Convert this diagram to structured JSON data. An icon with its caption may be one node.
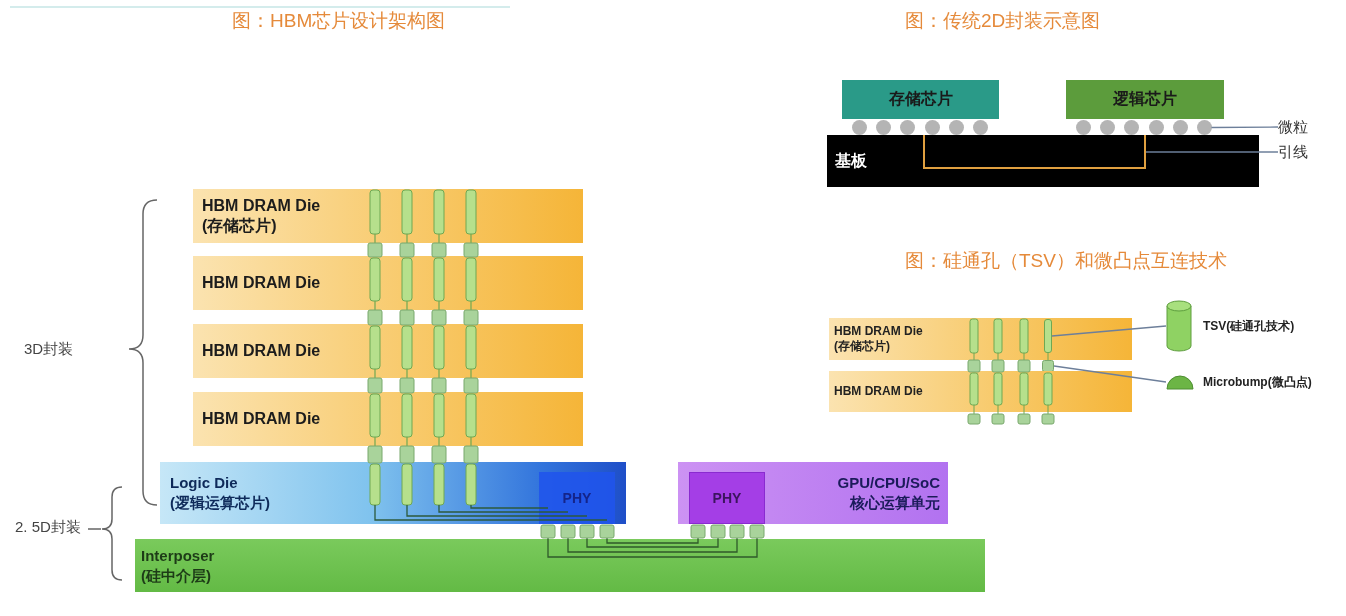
{
  "diagram": {
    "nodes": [
      {
        "text": [
          "HBM DRAM Die (存储芯片)"
        ]
      },
      {
        "text": [
          "HBM DRAM Die"
        ]
      },
      {
        "text": [
          "HBM DRAM Die"
        ]
      },
      {
        "text": [
          "HBM DRAM Die"
        ]
      },
      {
        "text": [
          "Logic Die (逻辑运算芯片)"
        ]
      },
      {
        "text": [
          "PHY"
        ],
        "in": 4
      },
      {
        "text": [
          "GPU/CPU/SoC 核心运算单元"
        ]
      },
      {
        "text": [
          "PHY"
        ],
        "in": 6
      },
      {
        "text": [
          "Interposer (硅中介层)"
        ]
      },
      {
        "text": [
          "存储芯片"
        ]
      },
      {
        "text": [
          "逻辑芯片"
        ]
      },
      {
        "text": [],
        "shape": "circle"
      },
      {
        "text": [],
        "shape": "circle"
      },
      {
        "text": [],
        "shape": "circle"
      },
      {
        "text": [],
        "shape": "circle"
      },
      {
        "text": [],
        "shape": "circle"
      },
      {
        "text": [],
        "shape": "circle"
      },
      {
        "text": [],
        "shape": "circle"
      },
      {
        "text": [],
        "shape": "circle"
      },
      {
        "text": [],
        "shape": "circle"
      },
      {
        "text": [],
        "shape": "circle"
      },
      {
        "text": [],
        "shape": "circle"
      },
      {
        "text": [],
        "shape": "circle"
      },
      {
        "text": [
          "微粒"
        ]
      },
      {
        "text": [
          "基板"
        ]
      },
      {
        "text": [],
        "shape": "line",
        "in": 24
      },
      {
        "text": [
          "引线"
        ]
      },
      {
        "text": [
          "HBM DRAM Die (存储芯片)"
        ]
      },
      {
        "text": [],
        "shape": "bar",
        "in": 27
      },
      {
        "text": [],
        "shape": "box"
      },
      {
        "text": [
          "HBM DRAM Die"
        ]
      },
      {
        "text": [],
        "shape": "cylinder",
        "beside": [
          "TSV(硅通孔技术)"
        ]
      },
      {
        "text": [],
        "shape": "dome",
        "beside": [
          "Microbump(微凸点)"
        ]
      }
    ],
    "edges": [
      {
        "from": 23,
        "to": 22,
        "arrow": "none"
      },
      {
        "from": 26,
        "to": 25,
        "arrow": "none"
      },
      {
        "from": 31,
        "to": 28,
        "arrow": "none"
      },
      {
        "from": 32,
        "to": 29,
        "arrow": "none"
      }
    ],
    "labels": [
      "图：HBM芯片设计架构图",
      "图：传统2D封装示意图",
      "图：硅通孔（TSV）和微凸点互连技术",
      "3D封装",
      "2. 5D封装"
    ]
  }
}
